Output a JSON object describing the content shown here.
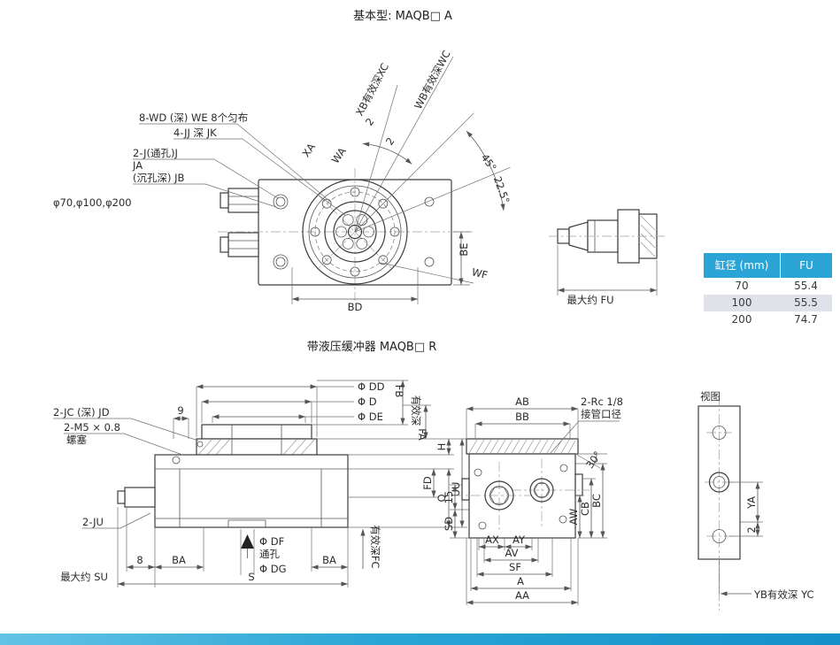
{
  "colors": {
    "table_header_bg": "#2ba4d6",
    "table_alt_row_bg": "#dfe2e9",
    "footer_gradient_left": "#63c3e6",
    "footer_gradient_right": "#1590c8",
    "line_color": "#3c3c3c"
  },
  "titles": {
    "basic": "基本型: MAQB□ A",
    "buffered": "带液压缓冲器 MAQB□ R",
    "view_label": "视图"
  },
  "top_view": {
    "label_8wd": "8-WD (深) WE 8个匀布",
    "label_4jj": "4-JJ 深 JK",
    "label_2j": "2-J(通孔)J",
    "label_ja": "JA",
    "label_jb": "(沉孔深) JB",
    "label_dia": "φ70,φ100,φ200",
    "dim_xa": "XA",
    "dim_wa": "WA",
    "dim_2a": "2",
    "dim_2b": "2",
    "label_xb": "XB有效深XC",
    "label_wb": "WB有效深WC",
    "dim_45": "45°",
    "dim_225": "22.5°",
    "dim_be": "BE",
    "dim_wf": "WF",
    "dim_bd": "BD"
  },
  "side_view": {
    "dim_fu": "最大约 FU"
  },
  "table": {
    "headers": [
      "缸径 (mm)",
      "FU"
    ],
    "rows": [
      [
        "70",
        "55.4"
      ],
      [
        "100",
        "55.5"
      ],
      [
        "200",
        "74.7"
      ]
    ]
  },
  "buffer_view": {
    "label_2jc": "2-JC (深) JD",
    "label_2m5": "2-M5 × 0.8",
    "label_plug": "螺塞",
    "dim_9": "9",
    "dim_phidd": "Φ DD",
    "dim_phid": "Φ D",
    "dim_phide": "Φ DE",
    "dim_fb": "FB",
    "label_depth": "有效深",
    "dim_fa": "FA",
    "dim_h": "H",
    "dim_fd": "FD",
    "dim_q": "Q",
    "dim_uu": "UU",
    "label_2ju": "2-JU",
    "dim_8": "8",
    "dim_ba_l": "BA",
    "dim_ba_r": "BA",
    "label_phidf": "Φ DF",
    "label_through": "通孔",
    "label_phidg": "Φ DG",
    "dim_s": "S",
    "dim_su": "最大约 SU",
    "label_fc": "有效深FC"
  },
  "front_view": {
    "dim_ab": "AB",
    "dim_bb": "BB",
    "label_rc": "2-Rc 1/8",
    "label_port": "接管口径",
    "dim_30": "30°",
    "dim_15": "15",
    "dim_sd": "SD",
    "dim_ax": "AX",
    "dim_ay": "AY",
    "dim_av": "AV",
    "dim_sf": "SF",
    "dim_a": "A",
    "dim_aa": "AA",
    "dim_aw": "AW",
    "dim_cb": "CB",
    "dim_bc": "BC"
  },
  "right_view": {
    "dim_ya": "YA",
    "dim_2": "2",
    "label_yb": "YB有效深 YC"
  }
}
